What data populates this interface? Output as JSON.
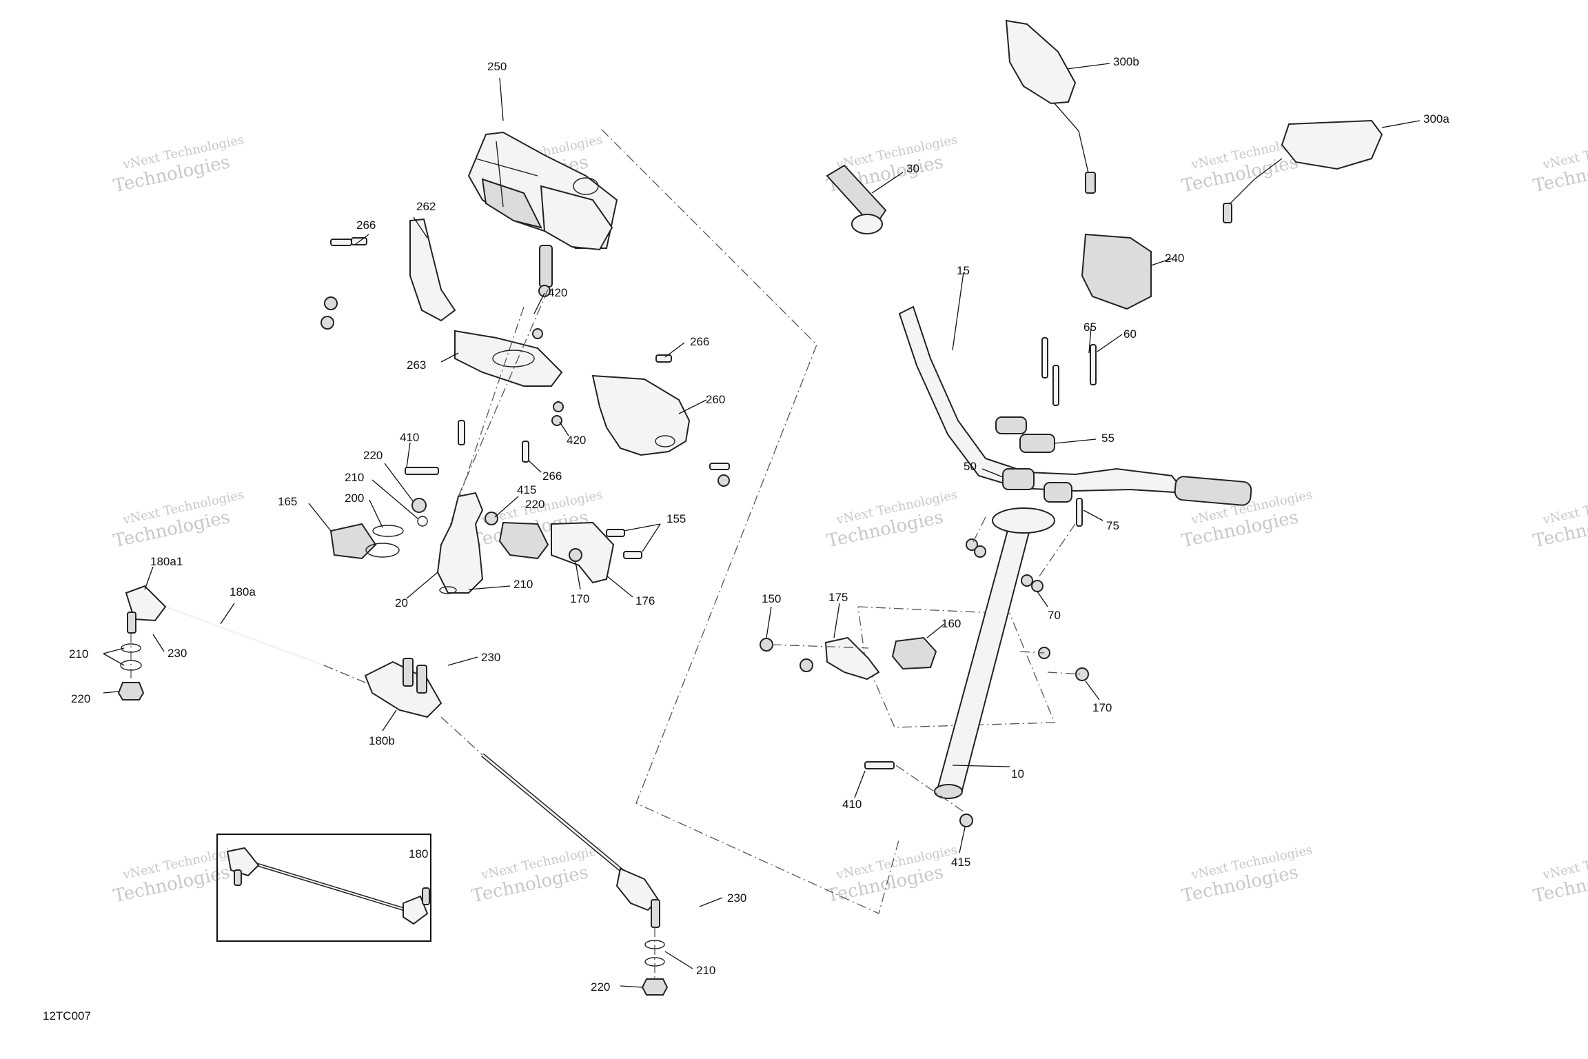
{
  "diagram_code": "12TC007",
  "watermark": {
    "line1": "vNext Technologies",
    "line2": "Technologies"
  },
  "labels": {
    "p250": "250",
    "p262": "262",
    "p266a": "266",
    "p420a": "420",
    "p263": "263",
    "p266b": "266",
    "p260": "260",
    "p420b": "420",
    "p266c": "266",
    "p410a": "410",
    "p220a": "220",
    "p210a": "210",
    "p200": "200",
    "p165": "165",
    "p415a": "415",
    "p220b": "220",
    "p155": "155",
    "p210b": "210",
    "p20": "20",
    "p170a": "170",
    "p176": "176",
    "p180a1": "180a1",
    "p180a": "180a",
    "p210c": "210",
    "p230a": "230",
    "p220c": "220",
    "p230b": "230",
    "p180b": "180b",
    "p180": "180",
    "p230c": "230",
    "p210d": "210",
    "p220d": "220",
    "p300b": "300b",
    "p300a": "300a",
    "p30": "30",
    "p240": "240",
    "p15": "15",
    "p65": "65",
    "p60": "60",
    "p55": "55",
    "p50": "50",
    "p75": "75",
    "p70": "70",
    "p150": "150",
    "p175": "175",
    "p160": "160",
    "p170b": "170",
    "p10": "10",
    "p410b": "410",
    "p415b": "415"
  }
}
